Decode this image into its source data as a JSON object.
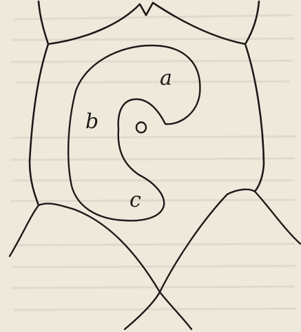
{
  "figure": {
    "labels": {
      "a": "a",
      "b": "b",
      "c": "c"
    },
    "colors": {
      "paper": "#efe9dc",
      "ink": "#1c1a17"
    }
  }
}
